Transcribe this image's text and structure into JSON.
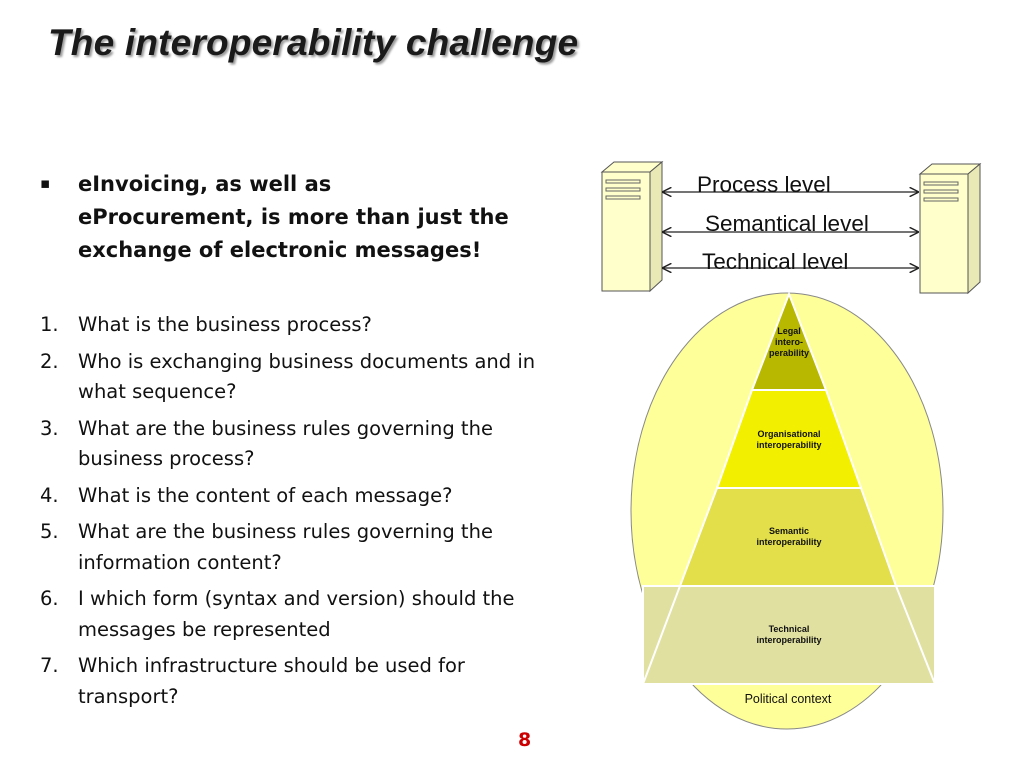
{
  "slide": {
    "title": "The interoperability challenge",
    "page_number": "8"
  },
  "bullet": {
    "marker": "▪",
    "lines": [
      "eInvoicing, as well as",
      "eProcurement, is more than just the",
      "exchange of electronic messages!"
    ]
  },
  "questions": [
    {
      "num": "1.",
      "text": "What is the business process?"
    },
    {
      "num": "2.",
      "text": "Who is exchanging business documents and in what sequence?"
    },
    {
      "num": "3.",
      "text": "What are the business rules governing the business process?"
    },
    {
      "num": "4.",
      "text": "What is the content of each message?"
    },
    {
      "num": "5.",
      "text": "What are the business rules governing the information content?"
    },
    {
      "num": "6.",
      "text": "I which form (syntax and version) should the messages be represented"
    },
    {
      "num": "7.",
      "text": "Which infrastructure should be used for transport?"
    }
  ],
  "diagram": {
    "levels": [
      "Process level",
      "Semantical level",
      "Technical level"
    ],
    "pyramid": {
      "legal": [
        "Legal",
        "intero-",
        "perability"
      ],
      "organisational": [
        "Organisational",
        "interoperability"
      ],
      "semantic": [
        "Semantic",
        "interoperability"
      ],
      "technical": [
        "Technical",
        "interoperability"
      ],
      "context": "Political context"
    },
    "colors": {
      "ellipse": "#ffff99",
      "legal": "#b8b800",
      "organisational": "#f2f000",
      "semantic": "#e2df4a",
      "technical": "#e0e0a0",
      "server": "#ffffcc"
    }
  }
}
